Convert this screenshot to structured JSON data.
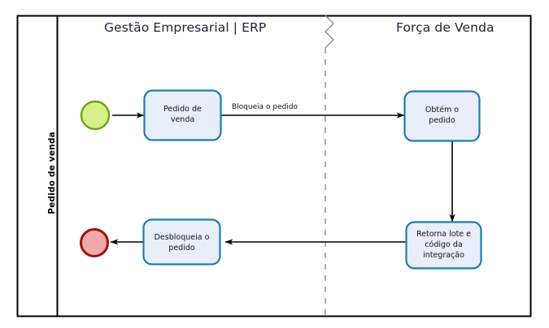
{
  "diagram": {
    "type": "bpmn-process-diagram",
    "title_pool_label": "Pedido de venda",
    "lanes": [
      {
        "id": "lane-erp",
        "title": "Gestão Empresarial | ERP"
      },
      {
        "id": "lane-forca",
        "title": "Força de Venda"
      }
    ],
    "events": [
      {
        "id": "start-event",
        "kind": "start",
        "fill": "#d7f08a",
        "stroke": "#66a80f"
      },
      {
        "id": "end-event",
        "kind": "end",
        "fill": "#efa9a6",
        "stroke": "#9c1111"
      }
    ],
    "tasks": [
      {
        "id": "task-pedido-de-venda",
        "label": "Pedido de\nvenda"
      },
      {
        "id": "task-obtem-o-pedido",
        "label": "Obtém o\npedido"
      },
      {
        "id": "task-retorna-lote",
        "label": "Retorna lote e\ncódigo da\nintegração"
      },
      {
        "id": "task-desbloqueia-o-pedido",
        "label": "Desbloqueia o\npedido"
      }
    ],
    "flows": [
      {
        "id": "flow-start-to-pedido",
        "label": ""
      },
      {
        "id": "flow-pedido-to-obtem",
        "label": "Bloqueia o pedido"
      },
      {
        "id": "flow-obtem-to-retorna",
        "label": ""
      },
      {
        "id": "flow-retorna-to-desbloqueia",
        "label": ""
      },
      {
        "id": "flow-desbloqueia-to-end",
        "label": ""
      }
    ],
    "colors": {
      "task_fill": "#e9eefb",
      "task_stroke": "#1f7cad",
      "frame_stroke": "#000000",
      "divider_dashed": "#8c8c8c",
      "flow_stroke": "#000000",
      "lane_title_text": "#17243a"
    }
  }
}
